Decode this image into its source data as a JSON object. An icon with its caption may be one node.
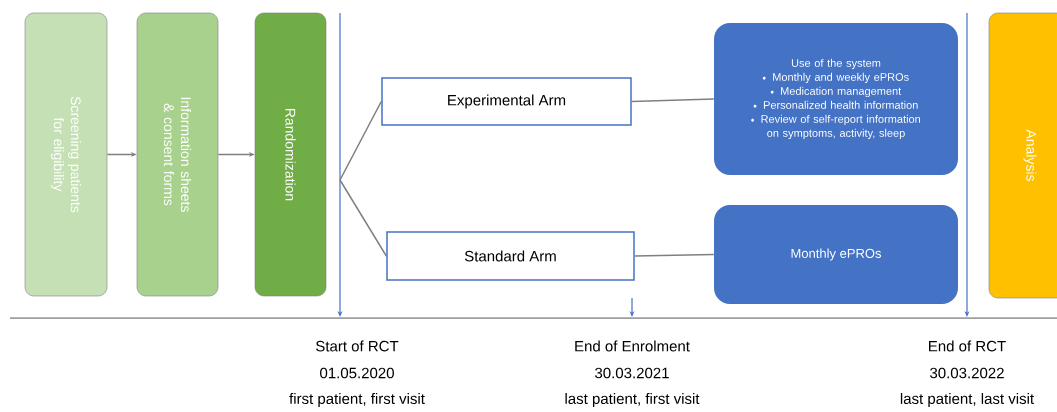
{
  "diagram": {
    "nodes": [
      {
        "text": [
          "Screening patients for eligibility"
        ]
      },
      {
        "text": [
          "Information sheets & consent forms"
        ]
      },
      {
        "text": [
          "Randomization"
        ]
      },
      {
        "text": [
          "Experimental Arm"
        ]
      },
      {
        "text": [
          "Standard Arm"
        ]
      },
      {
        "text": [
          "Use of the system",
          "Monthly and weekly ePROs",
          "Medication management",
          "Personalized health information",
          "Review of self-report information on symptoms, activity, sleep"
        ]
      },
      {
        "text": [
          "Monthly ePROs"
        ]
      },
      {
        "text": [
          "Analysis"
        ]
      }
    ],
    "edges": [
      {
        "from": 0,
        "to": 1,
        "arrow": "to"
      },
      {
        "from": 1,
        "to": 2,
        "arrow": "to"
      },
      {
        "from": null,
        "to": 3,
        "arrow": "none"
      },
      {
        "from": null,
        "to": 4,
        "arrow": "none"
      },
      {
        "from": 3,
        "to": 5,
        "arrow": "none"
      },
      {
        "from": 4,
        "to": 6,
        "arrow": "none"
      }
    ],
    "labels": [
      "Start of RCT",
      "01.05.2020",
      "first patient, first visit",
      "End of Enrolment",
      "30.03.2021",
      "last patient, first visit",
      "End of RCT",
      "30.03.2022",
      "last patient, last visit"
    ]
  }
}
